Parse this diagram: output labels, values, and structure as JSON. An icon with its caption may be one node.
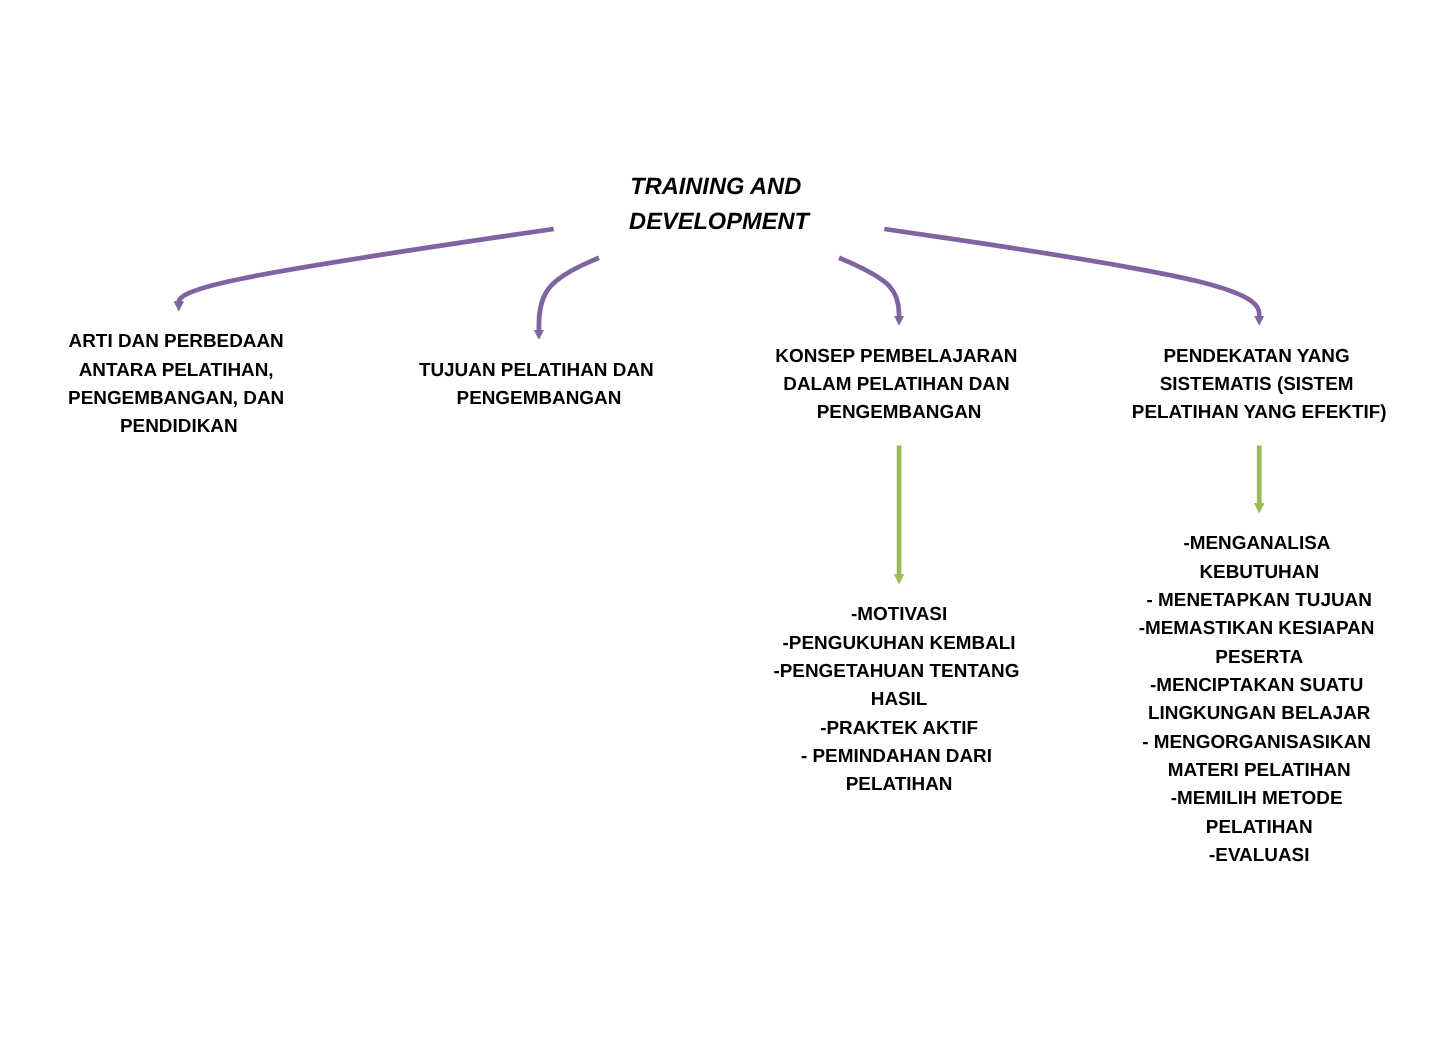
{
  "diagram": {
    "nodes": [
      {
        "text": [
          "TRAINING AND DEVELOPMENT"
        ]
      },
      {
        "text": [
          "ARTI DAN PERBEDAAN ANTARA PELATIHAN, PENGEMBANGAN, DAN PENDIDIKAN"
        ]
      },
      {
        "text": [
          "TUJUAN PELATIHAN DAN PENGEMBANGAN"
        ]
      },
      {
        "text": [
          "KONSEP PEMBELAJARAN DALAM PELATIHAN DAN PENGEMBANGAN"
        ]
      },
      {
        "text": [
          "PENDEKATAN YANG SISTEMATIS (SISTEM PELATIHAN YANG EFEKTIF)"
        ]
      },
      {
        "text": [
          "-MOTIVASI",
          "-PENGUKUHAN KEMBALI",
          "-PENGETAHUAN TENTANG HASIL",
          "-PRAKTEK AKTIF",
          "- PEMINDAHAN DARI PELATIHAN"
        ]
      },
      {
        "text": [
          "-MENGANALISA KEBUTUHAN",
          "- MENETAPKAN TUJUAN",
          "-MEMASTIKAN KESIAPAN PESERTA",
          "-MENCIPTAKAN SUATU LINGKUNGAN BELAJAR",
          "- MENGORGANISASIKAN MATERI PELATIHAN",
          "-MEMILIH METODE PELATIHAN",
          "-EVALUASI"
        ]
      }
    ],
    "edges": [
      {
        "from": 0,
        "to": 1,
        "arrow": "to"
      },
      {
        "from": 0,
        "to": 2,
        "arrow": "to"
      },
      {
        "from": 0,
        "to": 3,
        "arrow": "to"
      },
      {
        "from": 0,
        "to": 4,
        "arrow": "to"
      },
      {
        "from": 3,
        "to": 5,
        "arrow": "to",
        "color": "#9bbb59"
      },
      {
        "from": 4,
        "to": 6,
        "arrow": "to",
        "color": "#9bbb59"
      }
    ]
  }
}
